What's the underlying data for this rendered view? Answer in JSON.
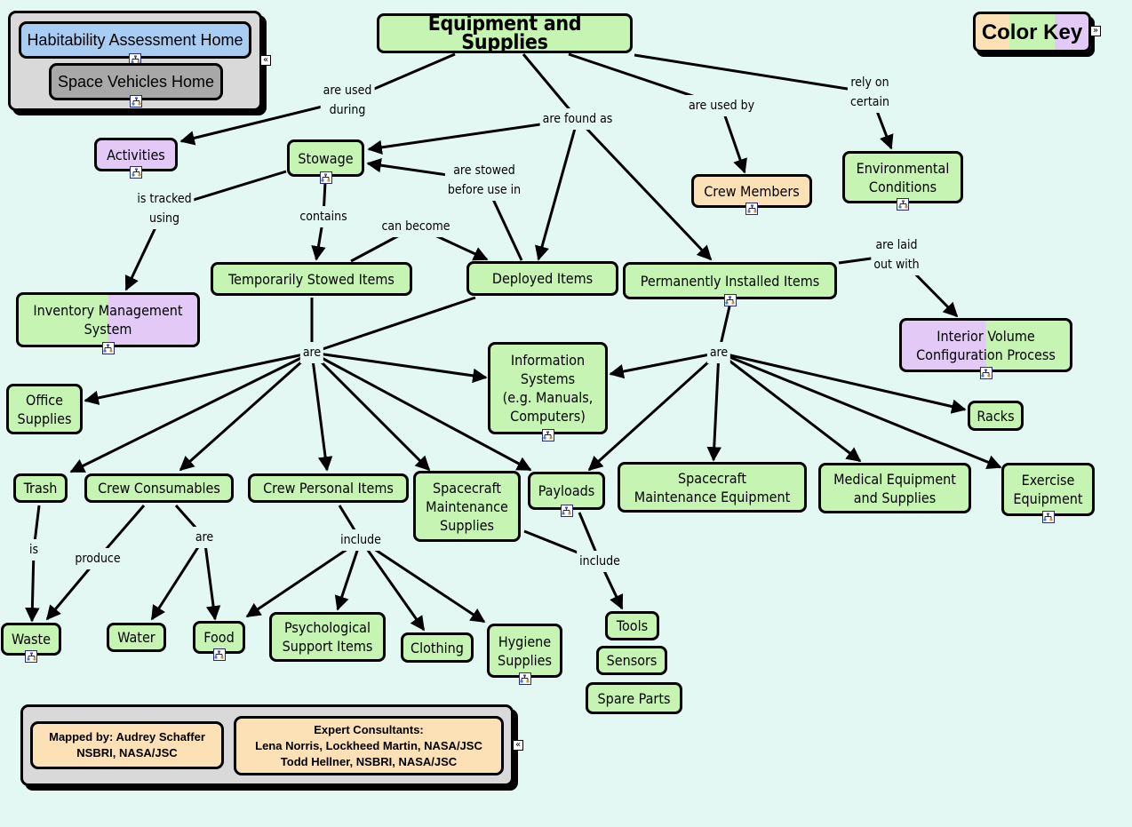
{
  "title": "Equipment and Supplies",
  "colors": {
    "background": "#e3f8f3",
    "concept_green": "#c6f4b3",
    "concept_purple": "#e3c9f6",
    "concept_orange": "#fde1b6",
    "home_blue": "#a9ccf3",
    "home_gray": "#a8a8a8",
    "group_gray": "#d9d9d9"
  },
  "nav_group": {
    "items": [
      {
        "label": "Habitability Assessment Home",
        "icon": "submap-icon"
      },
      {
        "label": "Space Vehicles Home",
        "icon": "submap-icon"
      }
    ],
    "collapse_glyph": "«"
  },
  "color_key": {
    "label": "Color Key",
    "expand_glyph": "»"
  },
  "credits": {
    "mapped_by": "Mapped by: Audrey Schaffer\nNSBRI, NASA/JSC",
    "consultants": "Expert Consultants:\nLena Norris, Lockheed Martin, NASA/JSC\nTodd Hellner, NSBRI, NASA/JSC",
    "collapse_glyph": "«"
  },
  "concepts": [
    {
      "id": "equip",
      "label": "Equipment and Supplies",
      "color": "green",
      "submap": false
    },
    {
      "id": "activities",
      "label": "Activities",
      "color": "purple",
      "submap": true
    },
    {
      "id": "stowage",
      "label": "Stowage",
      "color": "green",
      "submap": true
    },
    {
      "id": "crew_members",
      "label": "Crew Members",
      "color": "orange",
      "submap": true
    },
    {
      "id": "env",
      "label": "Environmental\nConditions",
      "color": "green",
      "submap": true
    },
    {
      "id": "ims",
      "label": "Inventory Management\nSystem",
      "color": "green-purple",
      "submap": true
    },
    {
      "id": "temp",
      "label": "Temporarily Stowed Items",
      "color": "green",
      "submap": false
    },
    {
      "id": "deployed",
      "label": "Deployed Items",
      "color": "green",
      "submap": false
    },
    {
      "id": "perm",
      "label": "Permanently Installed Items",
      "color": "green",
      "submap": true
    },
    {
      "id": "ivcp",
      "label": "Interior Volume\nConfiguration Process",
      "color": "purple-green",
      "submap": true
    },
    {
      "id": "office",
      "label": "Office\nSupplies",
      "color": "green",
      "submap": false
    },
    {
      "id": "info",
      "label": "Information\nSystems\n(e.g. Manuals,\nComputers)",
      "color": "green",
      "submap": true
    },
    {
      "id": "racks",
      "label": "Racks",
      "color": "green",
      "submap": false
    },
    {
      "id": "trash",
      "label": "Trash",
      "color": "green",
      "submap": false
    },
    {
      "id": "consumables",
      "label": "Crew Consumables",
      "color": "green",
      "submap": false
    },
    {
      "id": "personal",
      "label": "Crew Personal Items",
      "color": "green",
      "submap": false
    },
    {
      "id": "scms",
      "label": "Spacecraft\nMaintenance\nSupplies",
      "color": "green",
      "submap": false
    },
    {
      "id": "payloads",
      "label": "Payloads",
      "color": "green",
      "submap": true
    },
    {
      "id": "scme",
      "label": "Spacecraft\nMaintenance Equipment",
      "color": "green",
      "submap": false
    },
    {
      "id": "medical",
      "label": "Medical Equipment\nand Supplies",
      "color": "green",
      "submap": false
    },
    {
      "id": "exercise",
      "label": "Exercise\nEquipment",
      "color": "green",
      "submap": true
    },
    {
      "id": "waste",
      "label": "Waste",
      "color": "green",
      "submap": true
    },
    {
      "id": "water",
      "label": "Water",
      "color": "green",
      "submap": false
    },
    {
      "id": "food",
      "label": "Food",
      "color": "green",
      "submap": true
    },
    {
      "id": "psych",
      "label": "Psychological\nSupport Items",
      "color": "green",
      "submap": false
    },
    {
      "id": "clothing",
      "label": "Clothing",
      "color": "green",
      "submap": false
    },
    {
      "id": "hygiene",
      "label": "Hygiene\nSupplies",
      "color": "green",
      "submap": true
    },
    {
      "id": "tools",
      "label": "Tools",
      "color": "green",
      "submap": false
    },
    {
      "id": "sensors",
      "label": "Sensors",
      "color": "green",
      "submap": false
    },
    {
      "id": "spare",
      "label": "Spare Parts",
      "color": "green",
      "submap": false
    }
  ],
  "links": [
    {
      "id": "l_used_during",
      "label": "are used\nduring",
      "from": [
        "equip"
      ],
      "to": [
        "activities"
      ]
    },
    {
      "id": "l_found_as",
      "label": "are found as",
      "from": [
        "equip"
      ],
      "to": [
        "stowage",
        "deployed",
        "perm"
      ]
    },
    {
      "id": "l_used_by",
      "label": "are used by",
      "from": [
        "equip"
      ],
      "to": [
        "crew_members"
      ]
    },
    {
      "id": "l_rely_on",
      "label": "rely on\ncertain",
      "from": [
        "equip"
      ],
      "to": [
        "env"
      ]
    },
    {
      "id": "l_tracked",
      "label": "is tracked\nusing",
      "from": [
        "stowage"
      ],
      "to": [
        "ims"
      ]
    },
    {
      "id": "l_contains",
      "label": "contains",
      "from": [
        "stowage"
      ],
      "to": [
        "temp"
      ]
    },
    {
      "id": "l_can_become",
      "label": "can become",
      "from": [
        "temp"
      ],
      "to": [
        "deployed"
      ]
    },
    {
      "id": "l_stowed_before",
      "label": "are stowed\nbefore use in",
      "from": [
        "deployed"
      ],
      "to": [
        "stowage"
      ]
    },
    {
      "id": "l_laid_out",
      "label": "are laid\nout with",
      "from": [
        "perm"
      ],
      "to": [
        "ivcp"
      ]
    },
    {
      "id": "l_are_left",
      "label": "are",
      "from": [
        "temp",
        "deployed"
      ],
      "to": [
        "office",
        "info",
        "trash",
        "consumables",
        "personal",
        "scms",
        "payloads"
      ]
    },
    {
      "id": "l_are_right",
      "label": "are",
      "from": [
        "perm"
      ],
      "to": [
        "info",
        "racks",
        "payloads",
        "scme",
        "medical",
        "exercise"
      ]
    },
    {
      "id": "l_is",
      "label": "is",
      "from": [
        "trash"
      ],
      "to": [
        "waste"
      ]
    },
    {
      "id": "l_produce",
      "label": "produce",
      "from": [
        "consumables"
      ],
      "to": [
        "waste"
      ]
    },
    {
      "id": "l_are_cons",
      "label": "are",
      "from": [
        "consumables"
      ],
      "to": [
        "water",
        "food"
      ]
    },
    {
      "id": "l_include_personal",
      "label": "include",
      "from": [
        "personal"
      ],
      "to": [
        "food",
        "psych",
        "clothing",
        "hygiene"
      ]
    },
    {
      "id": "l_include_maint",
      "label": "include",
      "from": [
        "scms",
        "payloads"
      ],
      "to": [
        "tools"
      ]
    }
  ]
}
